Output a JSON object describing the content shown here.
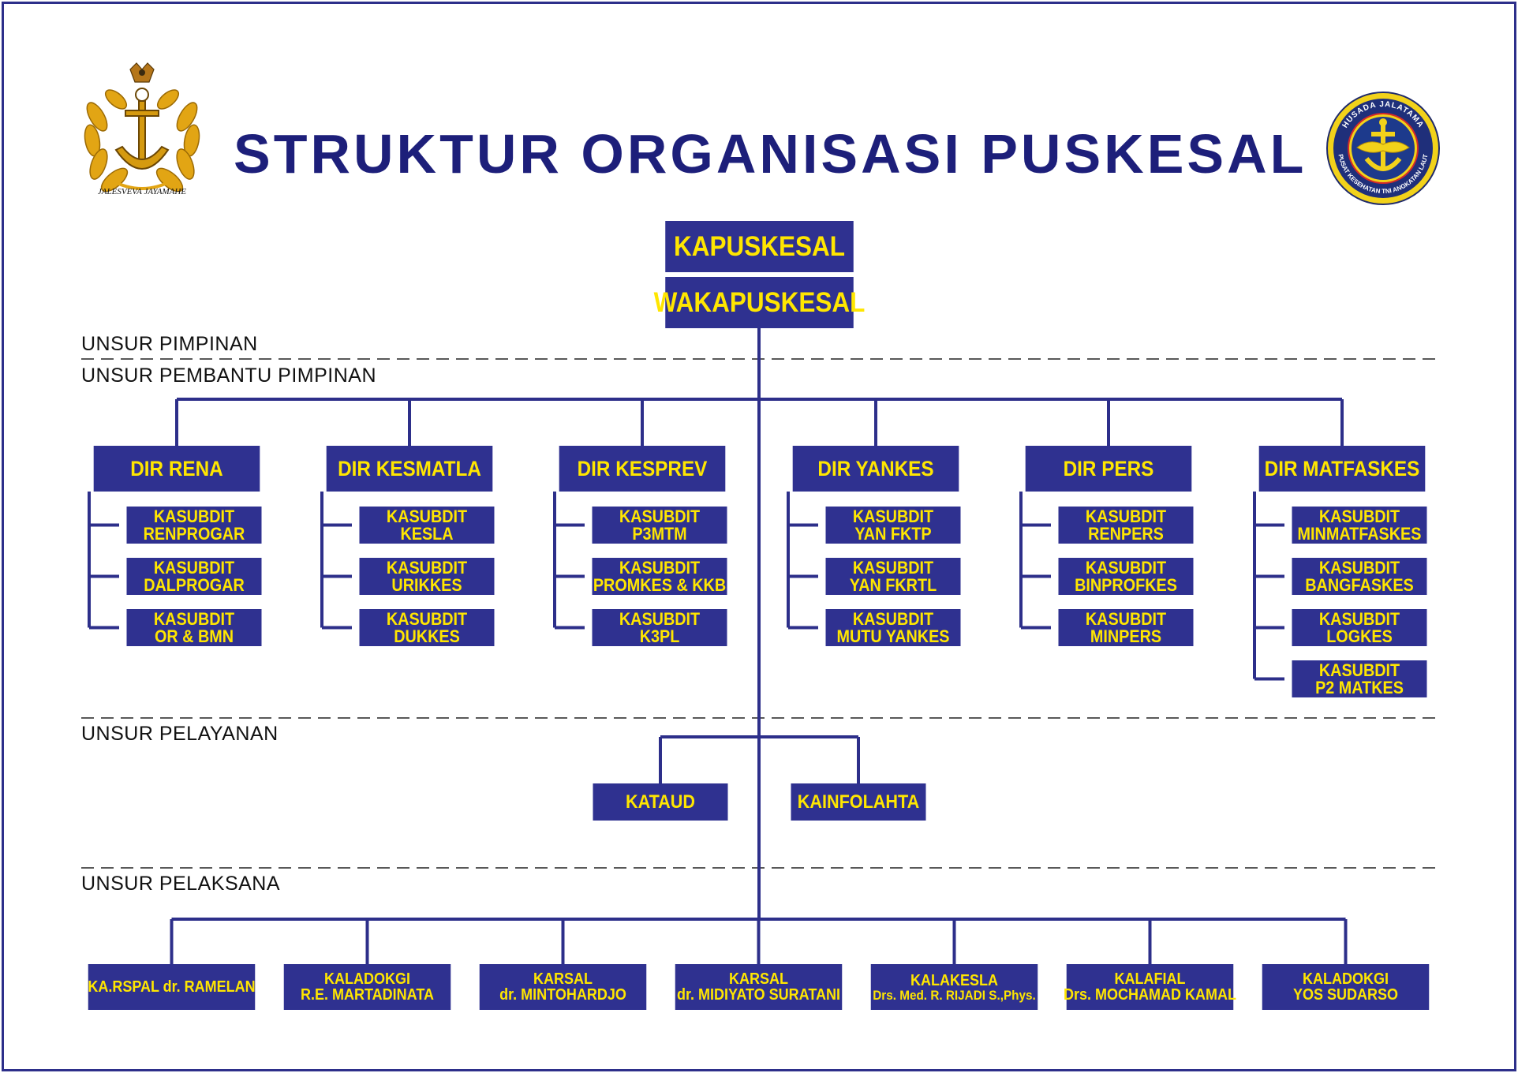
{
  "title": "STRUKTUR ORGANISASI PUSKESAL",
  "logos": {
    "left": {
      "icon": "navy-anchor-emblem-icon",
      "motto": "JALESVEVA JAYAMAHE"
    },
    "right": {
      "icon": "puskesal-seal-icon",
      "ring_top": "HUSADA JALATAMA",
      "ring_bottom": "PUSAT KESEHATAN TNI ANGKATAN LAUT"
    }
  },
  "colors": {
    "box": "#2f3190",
    "box_text": "#ffe600",
    "line": "#2d2f8a",
    "title": "#1d1f7a",
    "emblem_gold": "#e2a514"
  },
  "sections": {
    "pimpinan": "UNSUR PIMPINAN",
    "pembantu": "UNSUR PEMBANTU PIMPINAN",
    "pelayanan": "UNSUR PELAYANAN",
    "pelaksana": "UNSUR PELAKSANA"
  },
  "leadership": {
    "head": "KAPUSKESAL",
    "deputy": "WAKAPUSKESAL"
  },
  "directorates": [
    {
      "label": "DIR RENA",
      "subs": [
        [
          "KASUBDIT",
          "RENPROGAR"
        ],
        [
          "KASUBDIT",
          "DALPROGAR"
        ],
        [
          "KASUBDIT",
          "OR & BMN"
        ]
      ]
    },
    {
      "label": "DIR KESMATLA",
      "subs": [
        [
          "KASUBDIT",
          "KESLA"
        ],
        [
          "KASUBDIT",
          "URIKKES"
        ],
        [
          "KASUBDIT",
          "DUKKES"
        ]
      ]
    },
    {
      "label": "DIR KESPREV",
      "subs": [
        [
          "KASUBDIT",
          "P3MTM"
        ],
        [
          "KASUBDIT",
          "PROMKES & KKB"
        ],
        [
          "KASUBDIT",
          "K3PL"
        ]
      ]
    },
    {
      "label": "DIR YANKES",
      "subs": [
        [
          "KASUBDIT",
          "YAN FKTP"
        ],
        [
          "KASUBDIT",
          "YAN FKRTL"
        ],
        [
          "KASUBDIT",
          "MUTU YANKES"
        ]
      ]
    },
    {
      "label": "DIR PERS",
      "subs": [
        [
          "KASUBDIT",
          "RENPERS"
        ],
        [
          "KASUBDIT",
          "BINPROFKES"
        ],
        [
          "KASUBDIT",
          "MINPERS"
        ]
      ]
    },
    {
      "label": "DIR MATFASKES",
      "subs": [
        [
          "KASUBDIT",
          "MINMATFASKES"
        ],
        [
          "KASUBDIT",
          "BANGFASKES"
        ],
        [
          "KASUBDIT",
          "LOGKES"
        ],
        [
          "KASUBDIT",
          "P2 MATKES"
        ]
      ]
    }
  ],
  "services": [
    "KATAUD",
    "KAINFOLAHTA"
  ],
  "executors": [
    [
      "KA.RSPAL dr. RAMELAN"
    ],
    [
      "KALADOKGI",
      "R.E. MARTADINATA"
    ],
    [
      "KARSAL",
      "dr. MINTOHARDJO"
    ],
    [
      "KARSAL",
      "dr. MIDIYATO SURATANI"
    ],
    [
      "KALAKESLA",
      "Drs. Med. R. RIJADI S.,Phys."
    ],
    [
      "KALAFIAL",
      "Drs. MOCHAMAD KAMAL"
    ],
    [
      "KALADOKGI",
      "YOS SUDARSO"
    ]
  ]
}
